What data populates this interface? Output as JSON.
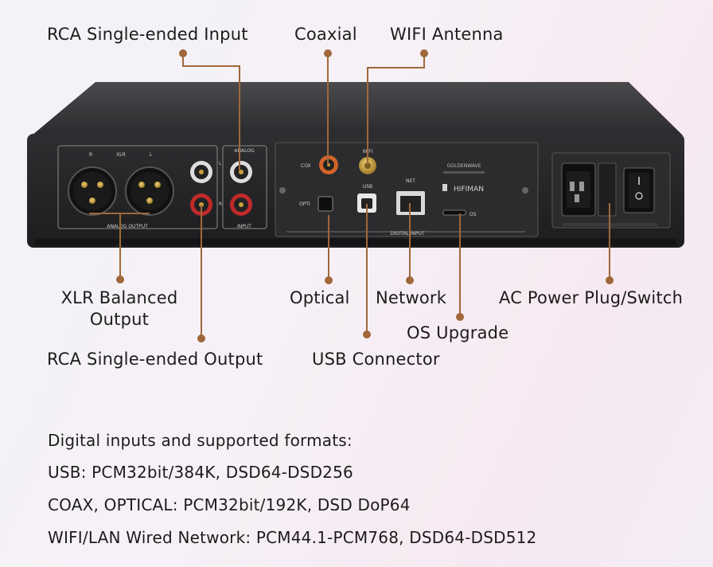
{
  "callouts": {
    "rca_input": "RCA Single-ended Input",
    "coaxial": "Coaxial",
    "wifi_antenna": "WIFI Antenna",
    "xlr_line1": "XLR Balanced",
    "xlr_line2": "Output",
    "optical": "Optical",
    "network": "Network",
    "ac_power": "AC Power Plug/Switch",
    "os_upgrade": "OS Upgrade",
    "rca_output": "RCA Single-ended Output",
    "usb_connector": "USB Connector"
  },
  "panel": {
    "xlr_title": "XLR",
    "xlr_r": "R",
    "xlr_l": "L",
    "analog_output": "ANALOG OUTPUT",
    "analog": "ANALOG",
    "input": "INPUT",
    "rca_l": "L",
    "rca_r": "R",
    "coax": "COX",
    "wifi": "WIFI",
    "usb": "USB",
    "net": "NET",
    "opti": "OPTI",
    "os": "OS",
    "brand": "GOLDENWAVE",
    "logo": "HIFIMAN",
    "digital_input": "DIGITAL INPUT"
  },
  "formats": {
    "heading": "Digital inputs and supported formats:",
    "usb": "USB: PCM32bit/384K, DSD64-DSD256",
    "coax_optical": "COAX, OPTICAL: PCM32bit/192K, DSD DoP64",
    "wifi_lan": "WIFI/LAN Wired Network: PCM44.1-PCM768,  DSD64-DSD512"
  },
  "colors": {
    "leader": "#a0673a",
    "chassis": "#2a2a2c",
    "panel": "#1b1b1d",
    "rca_red": "#c02a2a",
    "coax_orange": "#d2632a",
    "gold": "#c9a23c"
  }
}
